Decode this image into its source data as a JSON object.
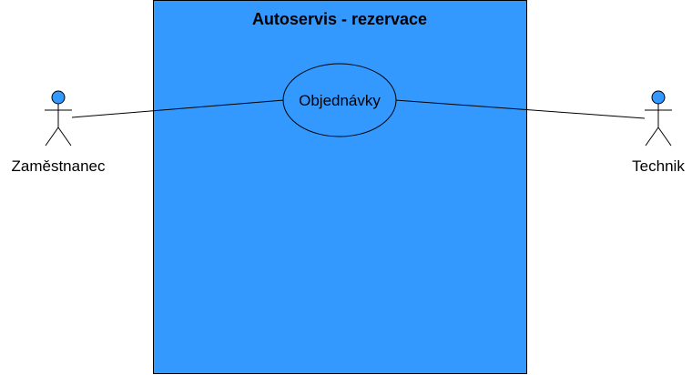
{
  "colors": {
    "system_fill": "#3399ff",
    "actor_head_fill": "#3399ff",
    "line": "#000000",
    "background": "#ffffff"
  },
  "system": {
    "title": "Autoservis - rezervace"
  },
  "usecases": [
    {
      "id": "objednavky",
      "label": "Objednávky"
    }
  ],
  "actors": [
    {
      "id": "zamestnanec",
      "label": "Zaměstnanec",
      "side": "left"
    },
    {
      "id": "technik",
      "label": "Technik",
      "side": "right"
    }
  ],
  "associations": [
    {
      "from": "zamestnanec",
      "to": "objednavky"
    },
    {
      "from": "technik",
      "to": "objednavky"
    }
  ]
}
